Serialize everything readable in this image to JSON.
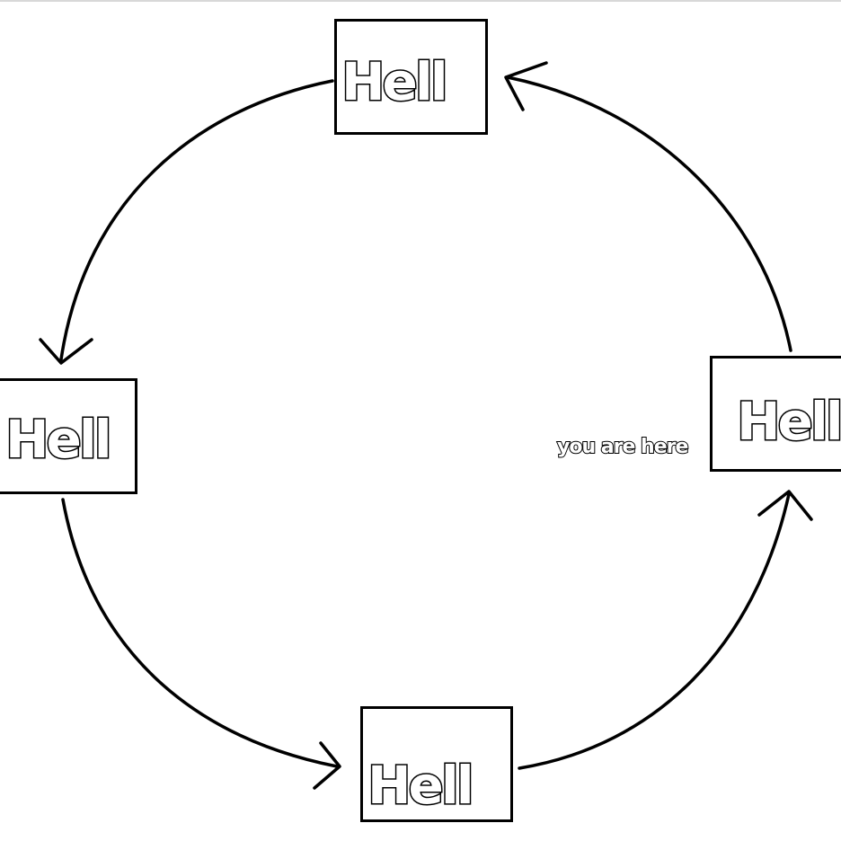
{
  "diagram": {
    "nodes": [
      {
        "id": "top",
        "label": "Hell"
      },
      {
        "id": "left",
        "label": "Hell"
      },
      {
        "id": "bottom",
        "label": "Hell"
      },
      {
        "id": "right",
        "label": "Hell"
      }
    ],
    "edges": [
      {
        "from": "top",
        "to": "left"
      },
      {
        "from": "left",
        "to": "bottom"
      },
      {
        "from": "bottom",
        "to": "right"
      },
      {
        "from": "right",
        "to": "top"
      }
    ],
    "marker": {
      "node": "right",
      "text": "you are here"
    }
  },
  "colors": {
    "stroke": "#000000",
    "background": "#ffffff"
  }
}
